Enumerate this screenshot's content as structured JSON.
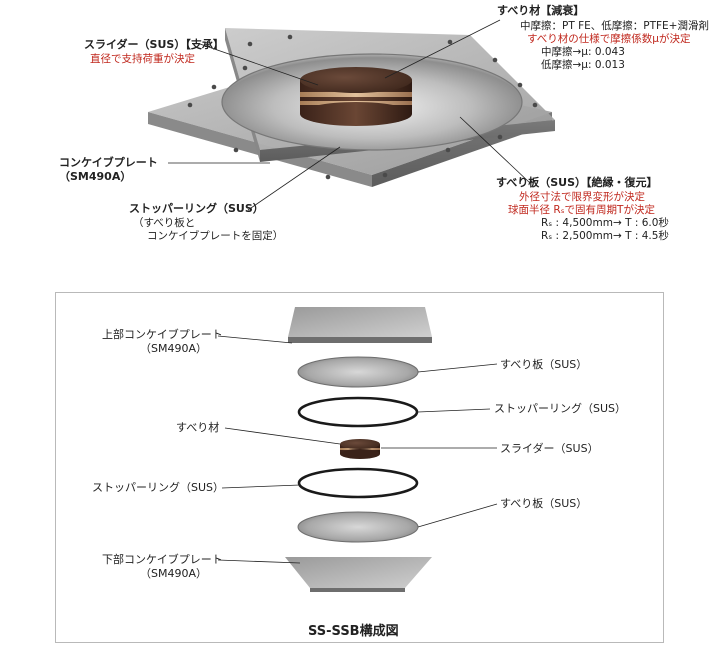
{
  "top": {
    "slider_title": "スライダー（SUS）【支承】",
    "slider_note": "直径で支持荷重が決定",
    "slide_material_title": "すべり材【減衰】",
    "friction_types": "中摩擦：PT FE、低摩擦：PTFE+潤滑剤",
    "friction_note": "すべり材の仕様で摩擦係数μが決定",
    "mid_friction": "中摩擦→μ: 0.043",
    "low_friction": "低摩擦→μ: 0.013",
    "concave_plate": "コンケイブプレート",
    "concave_grade": "（SM490A）",
    "sliding_plate_title": "すべり板（SUS）【絶縁・復元】",
    "sliding_note1": "外径寸法で限界変形が決定",
    "sliding_note2": "球面半径 Rₛで固有周期Tが決定",
    "radius1": "Rₛ : 4,500mm→ T : 6.0秒",
    "radius2": "Rₛ : 2,500mm→ T : 4.5秒",
    "stopper_title": "ストッパーリング（SUS）",
    "stopper_note1": "（すべり板と",
    "stopper_note2": "コンケイブプレートを固定）"
  },
  "exploded": {
    "upper_plate": "上部コンケイブプレート",
    "upper_grade": "（SM490A）",
    "plate_upper": "すべり板（SUS）",
    "stopper_upper": "ストッパーリング（SUS）",
    "slide_material": "すべり材",
    "slider": "スライダー（SUS）",
    "stopper_lower": "ストッパーリング（SUS）",
    "plate_lower": "すべり板（SUS）",
    "lower_plate": "下部コンケイブプレート",
    "lower_grade": "（SM490A）",
    "caption": "SS-SSB構成図"
  },
  "colors": {
    "accent_red": "#c0281e",
    "steel": "#9a9a9a",
    "slider_brown": "#4a2f22",
    "slide_band": "#c9a27a"
  }
}
